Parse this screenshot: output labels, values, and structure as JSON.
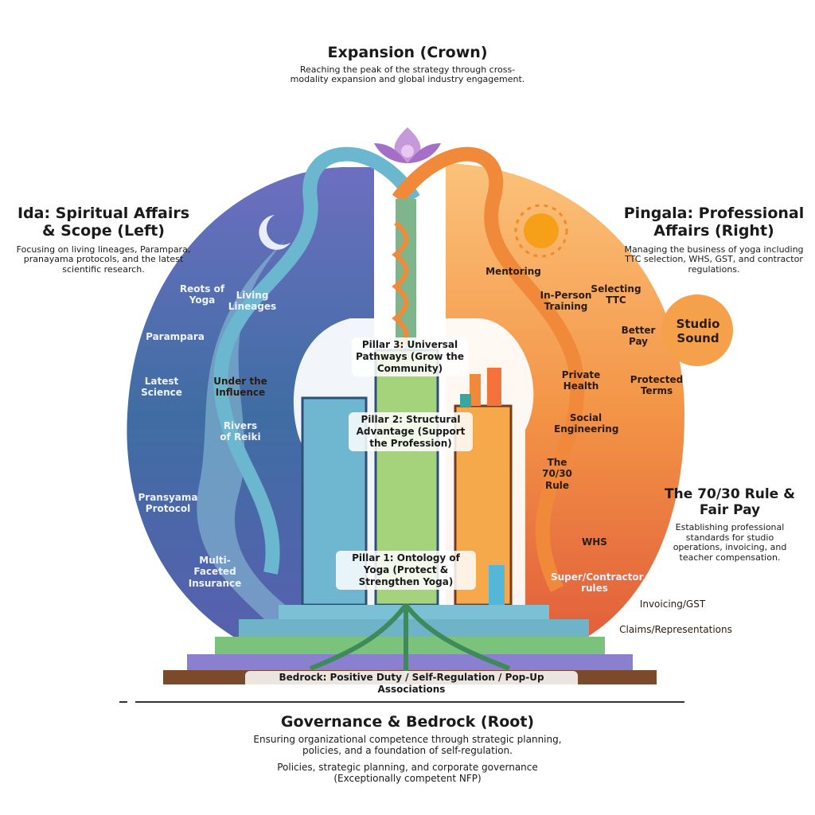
{
  "crown": {
    "title": "Expansion (Crown)",
    "description": "Reaching the peak of the strategy through cross-modality expansion and global industry engagement."
  },
  "left": {
    "title": "Ida: Spiritual Affairs & Scope (Left)",
    "description": "Focusing on living lineages, Parampara, pranayama protocols, and the latest scientific research.",
    "items": [
      "Reots of Yoga",
      "Living Lineages",
      "Parampara",
      "Latest Science",
      "Under the Influence",
      "Rivers of Reiki",
      "Pransyama Protocol",
      "Multi-Faceted Insurance"
    ]
  },
  "right": {
    "title": "Pingala: Professional Affairs (Right)",
    "description": "Managing the business of yoga including TTC selection, WHS, GST, and contractor regulations.",
    "items": [
      "Mentoring",
      "In-Person Training",
      "Selecting TTC",
      "Better Pay",
      "Studio Sound",
      "Private Health",
      "Protected Terms",
      "Social Engineering",
      "The 70/30 Rule",
      "WHS",
      "Super/Contractor rules",
      "Invoicing/GST",
      "Claims/Representations"
    ]
  },
  "fair_pay": {
    "title": "The 70/30 Rule & Fair Pay",
    "description": "Establishing professional standards for studio operations, invoicing, and teacher compensation."
  },
  "pillars": [
    "Pillar 3: Universal Pathways (Grow the Community)",
    "Pillar 2: Structural Advantage (Support the Profession)",
    "Pillar 1: Ontology of Yoga (Protect & Strengthen Yoga)"
  ],
  "bedrock": "Bedrock: Positive Duty / Self-Regulation / Pop-Up Associations",
  "root": {
    "title": "Governance & Bedrock (Root)",
    "description": "Ensuring organizational competence through strategic planning, policies, and a foundation of self-regulation.",
    "note": "Policies, strategic planning, and corporate governance (Exceptionally competent NFP)"
  },
  "colors": {
    "ida": "#4a5fa8",
    "pingala": "#f08a3a"
  }
}
